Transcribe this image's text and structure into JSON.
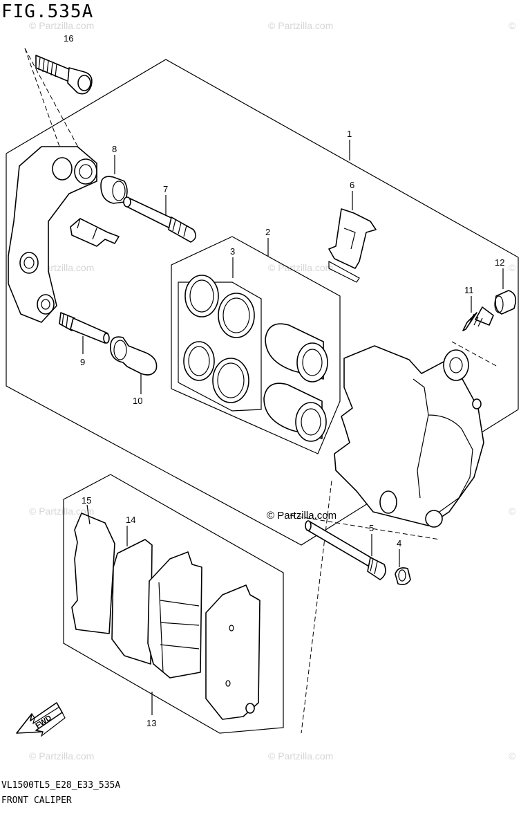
{
  "figure": {
    "title": "FIG.535A",
    "code": "VL1500TL5_E28_E33_535A",
    "name": "FRONT CALIPER"
  },
  "watermark": {
    "text": "© Partzilla.com",
    "brand_text": "© Partzilla.com",
    "corner_symbol": "©"
  },
  "direction_arrow": {
    "label": "FWD"
  },
  "parts": [
    {
      "num": "1"
    },
    {
      "num": "2"
    },
    {
      "num": "3"
    },
    {
      "num": "4"
    },
    {
      "num": "5"
    },
    {
      "num": "6"
    },
    {
      "num": "7"
    },
    {
      "num": "8"
    },
    {
      "num": "9"
    },
    {
      "num": "10"
    },
    {
      "num": "11"
    },
    {
      "num": "12"
    },
    {
      "num": "13"
    },
    {
      "num": "14"
    },
    {
      "num": "15"
    },
    {
      "num": "16"
    }
  ],
  "colors": {
    "line": "#000000",
    "watermark": "#d6d6d6",
    "background": "#ffffff"
  }
}
